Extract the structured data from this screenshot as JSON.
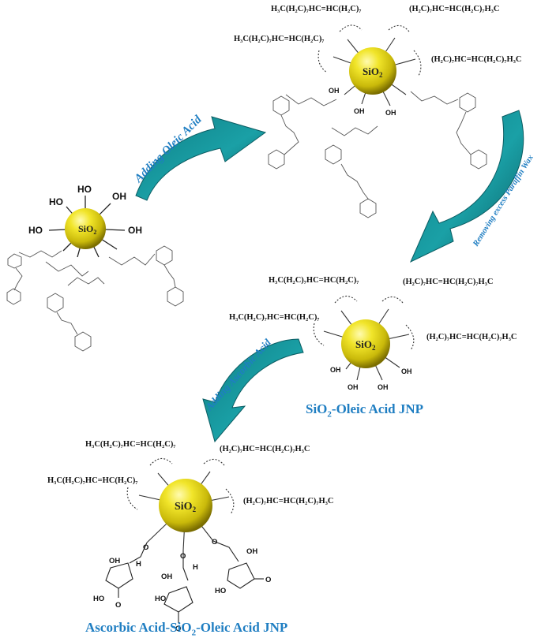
{
  "colors": {
    "arrow": "#138c92",
    "arrow_dark": "#0b5d63",
    "label_blue": "#1f7ec2",
    "sphere_light": "#fffbb0",
    "sphere_mid": "#e9dd17",
    "sphere_dark": "#7a6d00",
    "bond": "#444444"
  },
  "spheres": {
    "start": {
      "label": "SiO",
      "sub": "2"
    },
    "oleic": {
      "label": "SiO",
      "sub": "2"
    },
    "jnp": {
      "label": "SiO",
      "sub": "2"
    },
    "final": {
      "label": "SiO",
      "sub": "2"
    }
  },
  "arrows": {
    "adding_oleic": {
      "label": "Adding Oleic Acid"
    },
    "removing_wax": {
      "label": "Removing excess Paraffin Wax"
    },
    "adding_ascorbic": {
      "label": "Adding Ascorbic Acid"
    }
  },
  "chem_labels": {
    "hydroxyl": "OH",
    "hydroxyl_rev": "HO",
    "oxygen": "O",
    "hydrogen": "H",
    "oleic_a": "H₃C(H₂C)₇HC=HC(H₂C)₇",
    "oleic_b": "(H₂C)₇HC=HC(H₂C)₇H₃C"
  },
  "captions": {
    "jnp": {
      "pre": "SiO",
      "sub": "2",
      "post": "-Oleic Acid JNP"
    },
    "final": {
      "pre": "Ascorbic Acid-SiO",
      "sub": "2",
      "post": "-Oleic Acid JNP"
    }
  }
}
